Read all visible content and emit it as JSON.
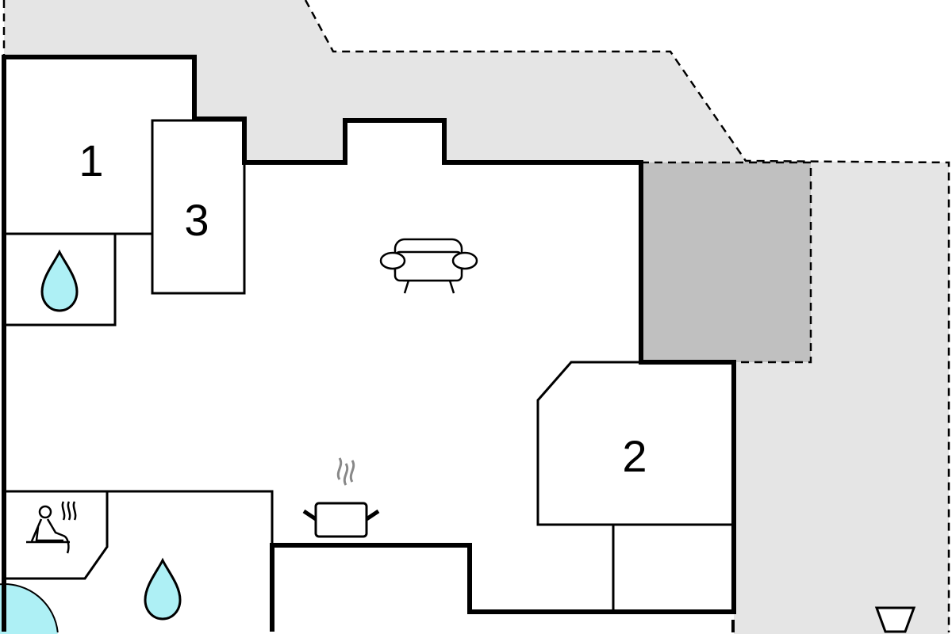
{
  "rooms": [
    {
      "label": "1"
    },
    {
      "label": "2"
    },
    {
      "label": "3"
    }
  ],
  "icons": [
    "water-drop-icon",
    "water-drop-icon",
    "sofa-icon",
    "cooking-pot-icon",
    "sauna-icon",
    "hot-tub-icon",
    "lamp-icon"
  ],
  "colors": {
    "terrace": "#e5e5e5",
    "covered": "#c0c0c0",
    "water": "#aef0f5",
    "wall": "#000000"
  }
}
